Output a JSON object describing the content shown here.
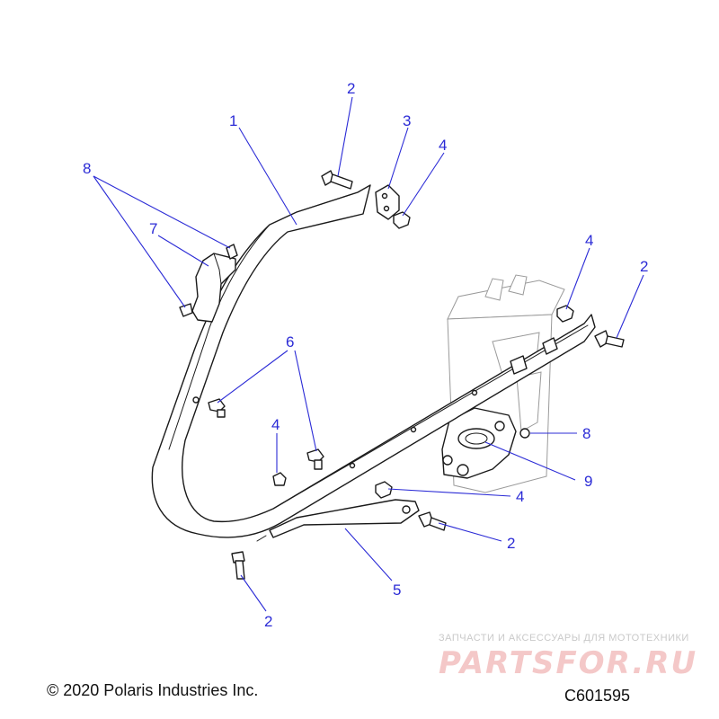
{
  "callouts": {
    "c1": "1",
    "c2a": "2",
    "c2b": "2",
    "c2c": "2",
    "c2d": "2",
    "c3": "3",
    "c4a": "4",
    "c4b": "4",
    "c4c": "4",
    "c4d": "4",
    "c5": "5",
    "c6": "6",
    "c7": "7",
    "c8a": "8",
    "c8b": "8",
    "c9": "9"
  },
  "footer": {
    "copyright": "© 2020 Polaris Industries Inc.",
    "figure_code": "C601595"
  },
  "watermark": {
    "tagline": "ЗАПЧАСТИ И АКСЕССУАРЫ ДЛЯ МОТОТЕХНИКИ",
    "brand": "PARTSFOR.RU"
  },
  "colors": {
    "callout": "#2b2bd6",
    "line_art": "#1a1a1a",
    "watermark": "#f4c8c8"
  }
}
